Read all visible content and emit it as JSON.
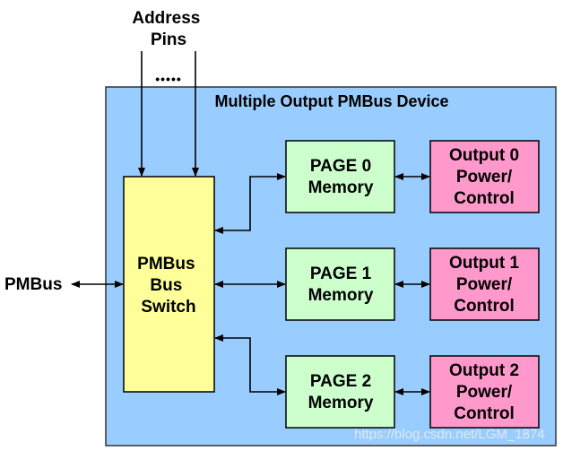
{
  "address_pins": [
    "Address",
    "Pins"
  ],
  "dots": "•••••",
  "device_title": "Multiple Output PMBus Device",
  "pmbus_label": "PMBus",
  "switch": [
    "PMBus",
    "Bus",
    "Switch"
  ],
  "pages": [
    [
      "PAGE 0",
      "Memory"
    ],
    [
      "PAGE 1",
      "Memory"
    ],
    [
      "PAGE 2",
      "Memory"
    ]
  ],
  "outputs": [
    [
      "Output 0",
      "Power/",
      "Control"
    ],
    [
      "Output 1",
      "Power/",
      "Control"
    ],
    [
      "Output 2",
      "Power/",
      "Control"
    ]
  ],
  "watermark": "https://blog.csdn.net/LGM_1874",
  "colors": {
    "device": "#99ccff",
    "switch": "#ffff99",
    "page": "#ccffcc",
    "output": "#ff99cc"
  }
}
